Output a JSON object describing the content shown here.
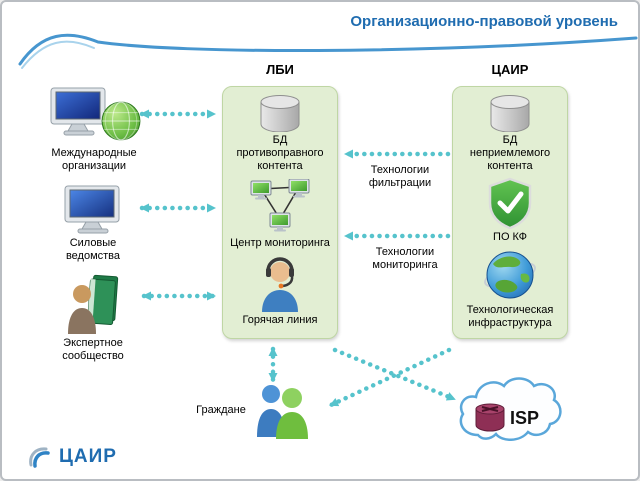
{
  "slide": {
    "title": "Организационно-правовой уровень",
    "logo_text": "ЦАИР"
  },
  "left_column": {
    "items": [
      {
        "label": "Международные организации"
      },
      {
        "label": "Силовые ведомства"
      },
      {
        "label": "Экспертное сообщество"
      }
    ]
  },
  "lbi": {
    "heading": "ЛБИ",
    "db_label": "БД противоправного контента",
    "monitoring_label": "Центр мониторинга",
    "hotline_label": "Горячая линия"
  },
  "cair": {
    "heading": "ЦАИР",
    "db_label": "БД неприемлемого контента",
    "software_label": "ПО КФ",
    "infra_label": "Технологическая инфраструктура"
  },
  "connections": {
    "filtering_label": "Технологии фильтрации",
    "monitoring_label": "Технологии мониторинга"
  },
  "bottom": {
    "citizens_label": "Граждане",
    "isp_label": "ISP"
  },
  "colors": {
    "accent_blue": "#1F6CB0",
    "arrow_teal": "#56C3CC",
    "box_fill": "#E2EED3",
    "box_border": "#BFD6A4"
  }
}
